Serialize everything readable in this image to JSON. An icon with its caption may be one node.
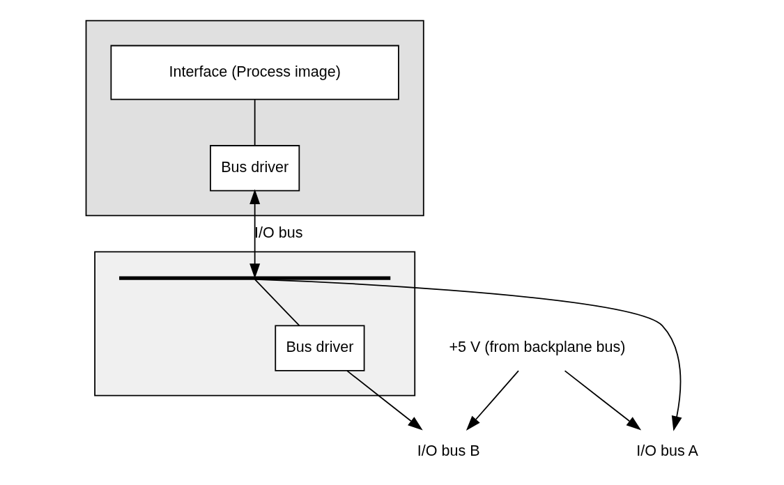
{
  "diagram": {
    "nodes": [
      {
        "text": [],
        "shape": "box"
      },
      {
        "text": [
          "Interface (Process image)"
        ],
        "in": 0
      },
      {
        "text": [
          "Bus driver"
        ],
        "in": 0
      },
      {
        "text": [],
        "shape": "box"
      },
      {
        "text": [],
        "shape": "bar",
        "in": 3
      },
      {
        "text": [
          "Bus driver"
        ],
        "in": 3
      },
      {
        "text": [
          "I/O bus A"
        ]
      },
      {
        "text": [
          "I/O bus B"
        ]
      },
      {
        "text": [
          "+5 V (from backplane bus)"
        ]
      }
    ],
    "edges": [
      {
        "from": 1,
        "to": 2,
        "arrow": "none"
      },
      {
        "from": 2,
        "to": 4,
        "arrow": "both",
        "label": "I/O bus"
      },
      {
        "from": 4,
        "to": 6,
        "arrow": "to"
      },
      {
        "from": 4,
        "to": 5,
        "arrow": "none"
      },
      {
        "from": 5,
        "to": 7,
        "arrow": "to"
      },
      {
        "from": 8,
        "to": 6,
        "arrow": "to"
      },
      {
        "from": 8,
        "to": 7,
        "arrow": "to"
      }
    ]
  }
}
